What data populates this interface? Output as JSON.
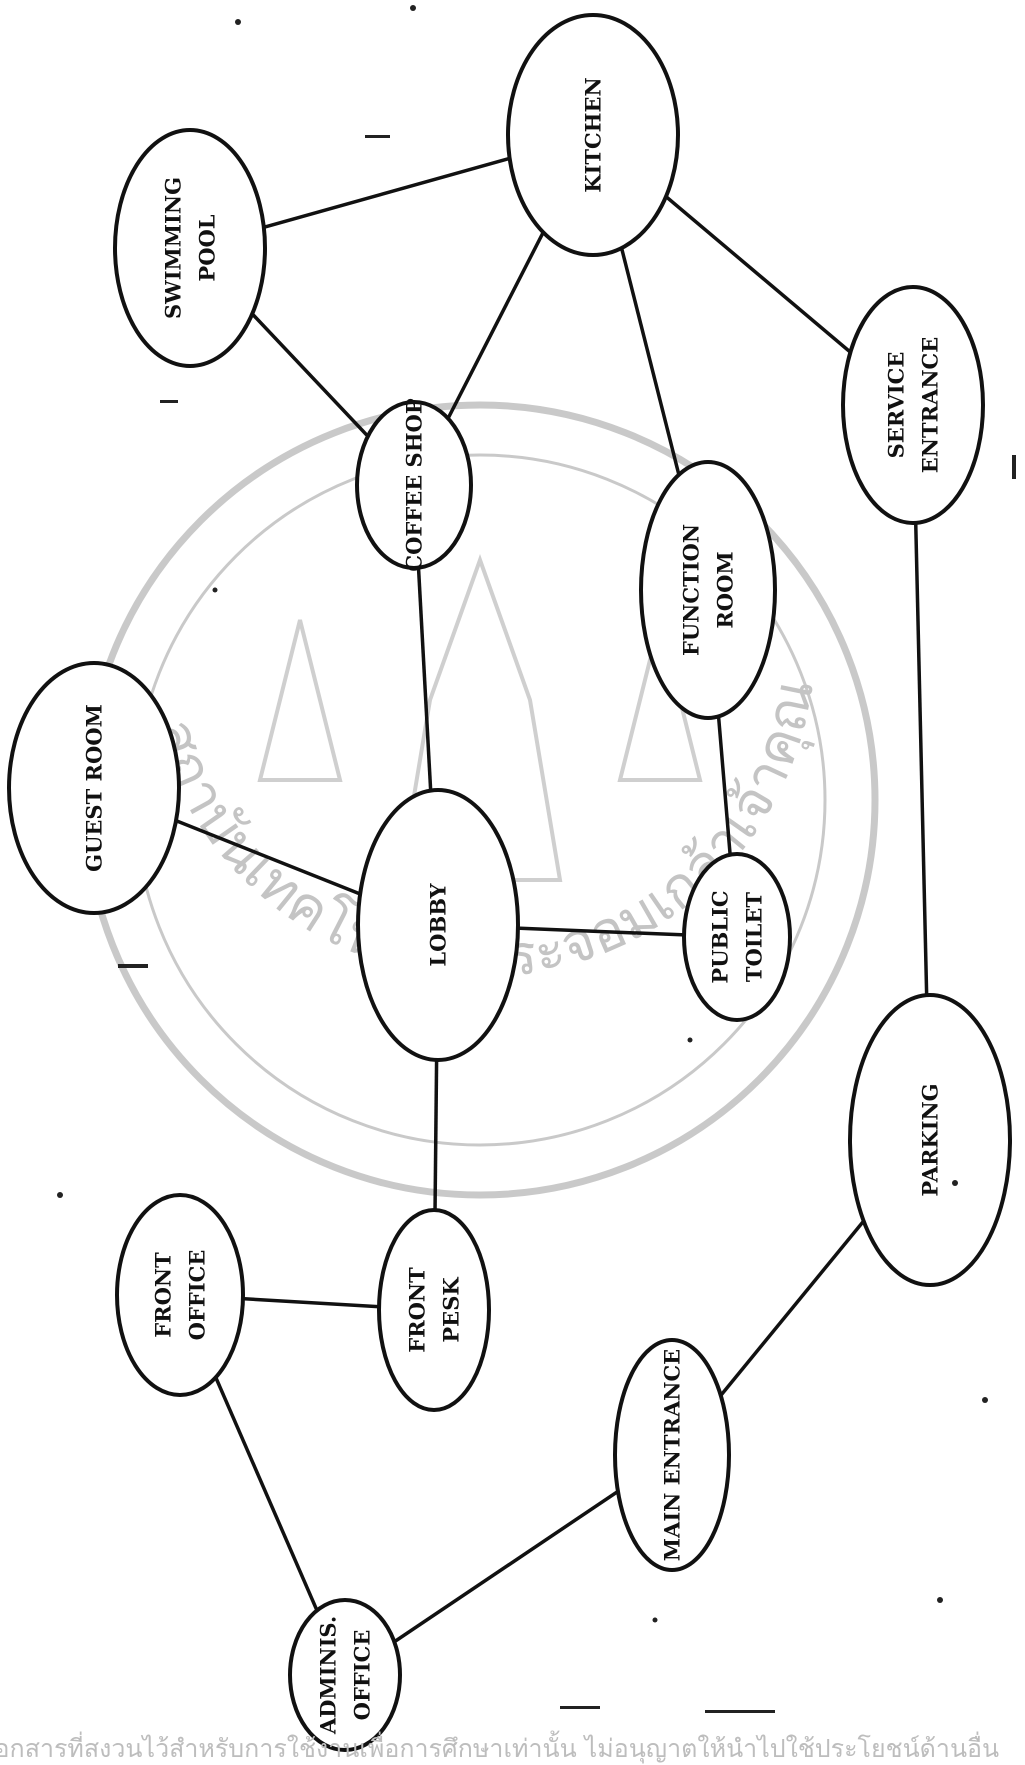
{
  "nodes": [
    {
      "id": "swimming-pool",
      "label": [
        "SWIMMING",
        "POOL"
      ]
    },
    {
      "id": "kitchen",
      "label": [
        "KITCHEN"
      ]
    },
    {
      "id": "coffee-shop",
      "label": [
        "COFFEE  SHOP"
      ]
    },
    {
      "id": "service-entrance",
      "label": [
        "SERVICE",
        "ENTRANCE"
      ]
    },
    {
      "id": "function-room",
      "label": [
        "FUNCTION",
        "ROOM"
      ]
    },
    {
      "id": "guest-room",
      "label": [
        "GUEST ROOM"
      ]
    },
    {
      "id": "lobby",
      "label": [
        "LOBBY"
      ]
    },
    {
      "id": "public-toilet",
      "label": [
        "PUBLIC",
        "TOILET"
      ]
    },
    {
      "id": "front-office",
      "label": [
        "FRONT",
        "OFFICE"
      ]
    },
    {
      "id": "front-desk",
      "label": [
        "FRONT",
        "PESK"
      ]
    },
    {
      "id": "parking",
      "label": [
        "PARKING"
      ]
    },
    {
      "id": "main-entrance",
      "label": [
        "MAIN ENTRANCE"
      ]
    },
    {
      "id": "adminis-office",
      "label": [
        "ADMINIS.",
        "OFFICE"
      ]
    }
  ],
  "edges": [
    [
      "swimming-pool",
      "kitchen"
    ],
    [
      "swimming-pool",
      "coffee-shop"
    ],
    [
      "kitchen",
      "coffee-shop"
    ],
    [
      "kitchen",
      "function-room"
    ],
    [
      "kitchen",
      "service-entrance"
    ],
    [
      "service-entrance",
      "parking"
    ],
    [
      "function-room",
      "public-toilet"
    ],
    [
      "coffee-shop",
      "lobby"
    ],
    [
      "guest-room",
      "lobby"
    ],
    [
      "lobby",
      "public-toilet"
    ],
    [
      "lobby",
      "front-desk"
    ],
    [
      "front-office",
      "front-desk"
    ],
    [
      "front-office",
      "adminis-office"
    ],
    [
      "adminis-office",
      "main-entrance"
    ],
    [
      "main-entrance",
      "parking"
    ]
  ],
  "watermark": {
    "seal_text": "สถาบันเทคโนโลยีพระจอมเกล้าเจ้าคุณทหารลาดกระบัง",
    "footer_text": "เอกสารที่สงวนไว้สำหรับการใช้งานเพื่อการศึกษาเท่านั้น ไม่อนุญาตให้นำไปใช้ประโยชน์ด้านอื่น"
  }
}
